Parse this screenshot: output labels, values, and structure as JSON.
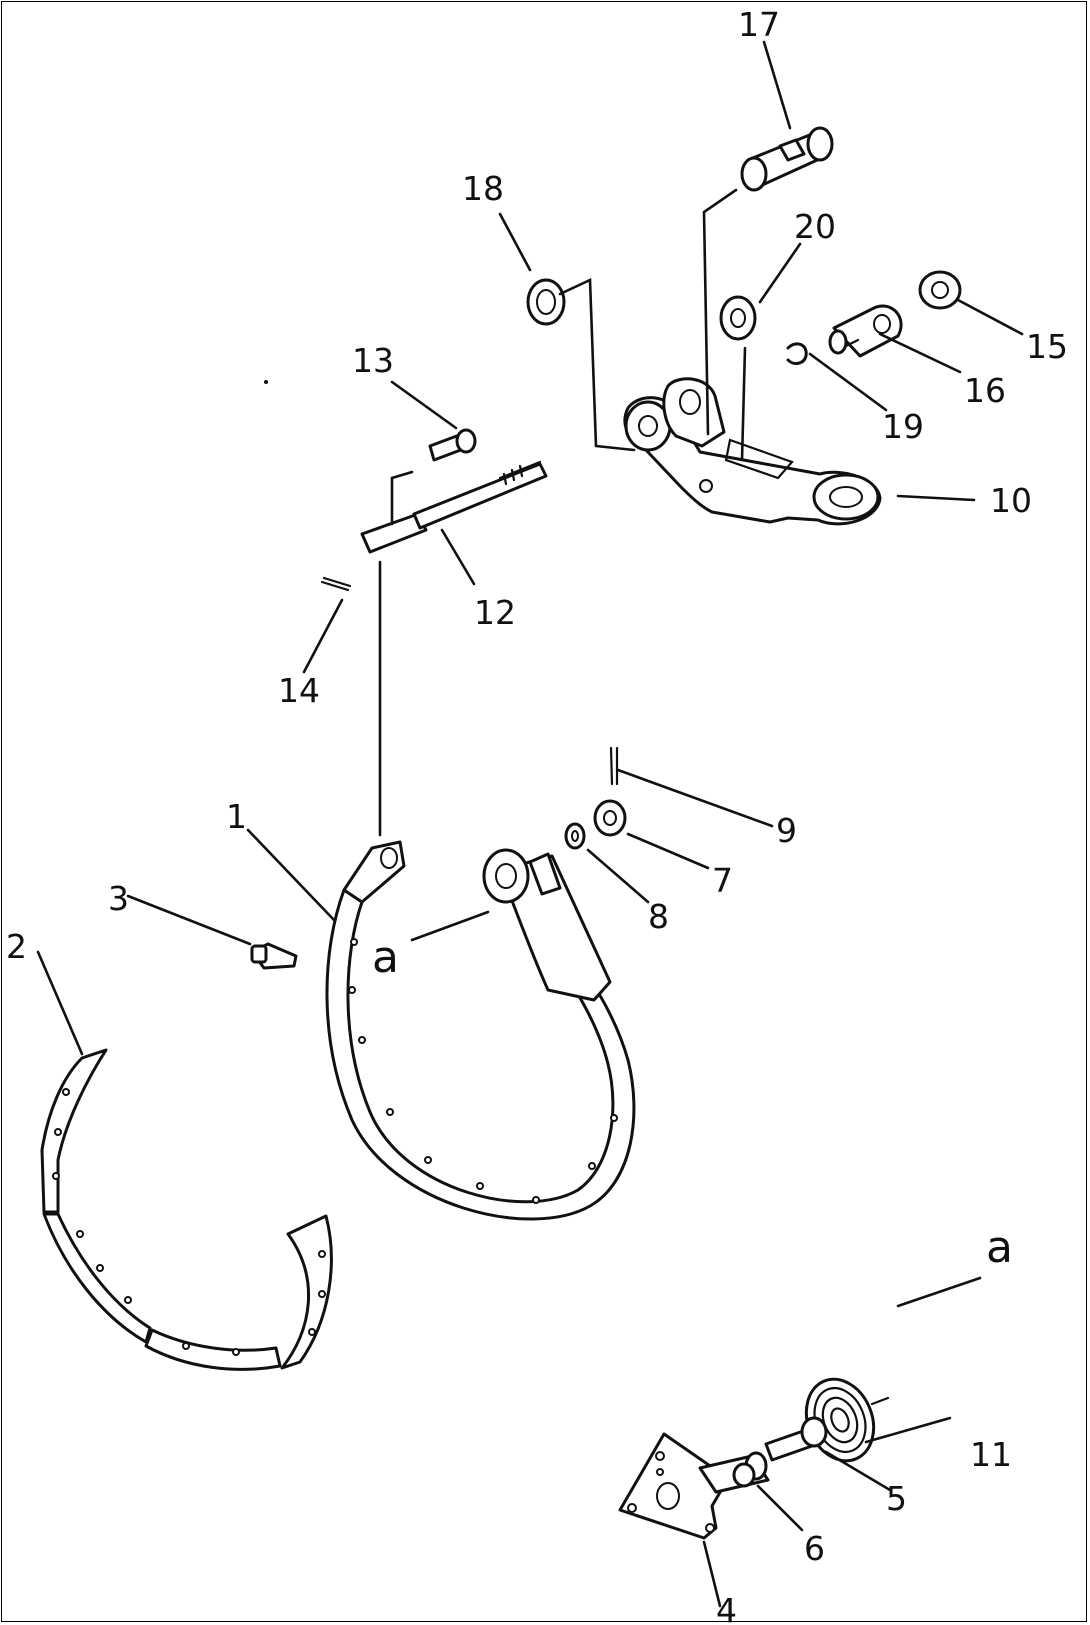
{
  "parts": [
    {
      "id": "1",
      "label": "1"
    },
    {
      "id": "2",
      "label": "2"
    },
    {
      "id": "3",
      "label": "3"
    },
    {
      "id": "4",
      "label": "4"
    },
    {
      "id": "5",
      "label": "5"
    },
    {
      "id": "6",
      "label": "6"
    },
    {
      "id": "7",
      "label": "7"
    },
    {
      "id": "8",
      "label": "8"
    },
    {
      "id": "9",
      "label": "9"
    },
    {
      "id": "10",
      "label": "10"
    },
    {
      "id": "11",
      "label": "11"
    },
    {
      "id": "12",
      "label": "12"
    },
    {
      "id": "13",
      "label": "13"
    },
    {
      "id": "14",
      "label": "14"
    },
    {
      "id": "15",
      "label": "15"
    },
    {
      "id": "16",
      "label": "16"
    },
    {
      "id": "17",
      "label": "17"
    },
    {
      "id": "18",
      "label": "18"
    },
    {
      "id": "19",
      "label": "19"
    },
    {
      "id": "20",
      "label": "20"
    }
  ],
  "reference_marks": [
    {
      "id": "a-band",
      "label": "a"
    },
    {
      "id": "a-spring",
      "label": "a"
    }
  ]
}
